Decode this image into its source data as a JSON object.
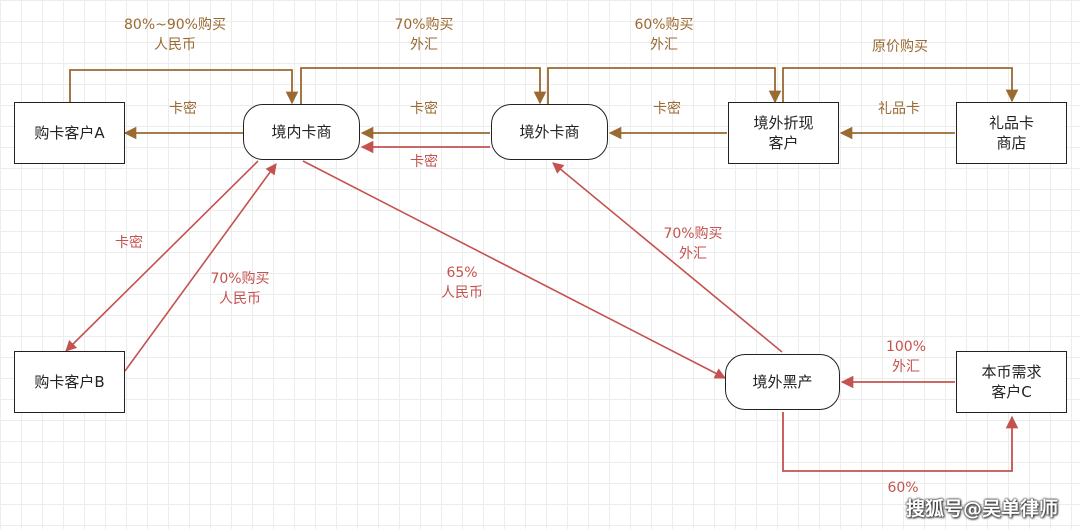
{
  "nodes": {
    "buyer_a": "购卡客户A",
    "domestic_dealer": "境内卡商",
    "overseas_dealer": "境外卡商",
    "overseas_cashout_line1": "境外折现",
    "overseas_cashout_line2": "客户",
    "gift_store_line1": "礼品卡",
    "gift_store_line2": "商店",
    "buyer_b": "购卡客户B",
    "overseas_black": "境外黑产",
    "demand_c_line1": "本币需求",
    "demand_c_line2": "客户C"
  },
  "edges": {
    "a_to_domestic_line1": "80%~90%购买",
    "a_to_domestic_line2": "人民币",
    "domestic_to_a": "卡密",
    "domestic_to_overseas_line1": "70%购买",
    "domestic_to_overseas_line2": "外汇",
    "overseas_to_domestic_brown": "卡密",
    "overseas_to_domestic_red": "卡密",
    "overseas_to_cashout_line1": "60%购买",
    "overseas_to_cashout_line2": "外汇",
    "cashout_to_overseas": "卡密",
    "cashout_to_store": "原价购买",
    "store_to_cashout": "礼品卡",
    "domestic_to_b": "卡密",
    "b_to_domestic_line1": "70%购买",
    "b_to_domestic_line2": "人民币",
    "domestic_to_black_line1": "65%",
    "domestic_to_black_line2": "人民币",
    "black_to_overseas_line1": "70%购买",
    "black_to_overseas_line2": "外汇",
    "c_to_black_line1": "100%",
    "c_to_black_line2": "外汇",
    "black_to_c": "60%"
  },
  "watermark": "搜狐号@吴单律师",
  "colors": {
    "brown": "#9a6a32",
    "red": "#c4524f",
    "border": "#222222"
  }
}
